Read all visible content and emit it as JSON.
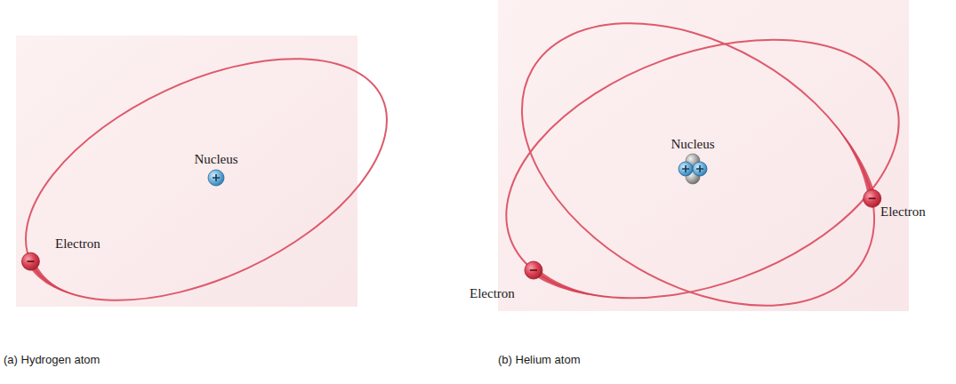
{
  "diagram": {
    "labels": [
      "Nucleus",
      "Electron",
      "Nucleus",
      "Electron",
      "Electron",
      "(a) Hydrogen atom",
      "(b) Helium atom"
    ]
  }
}
